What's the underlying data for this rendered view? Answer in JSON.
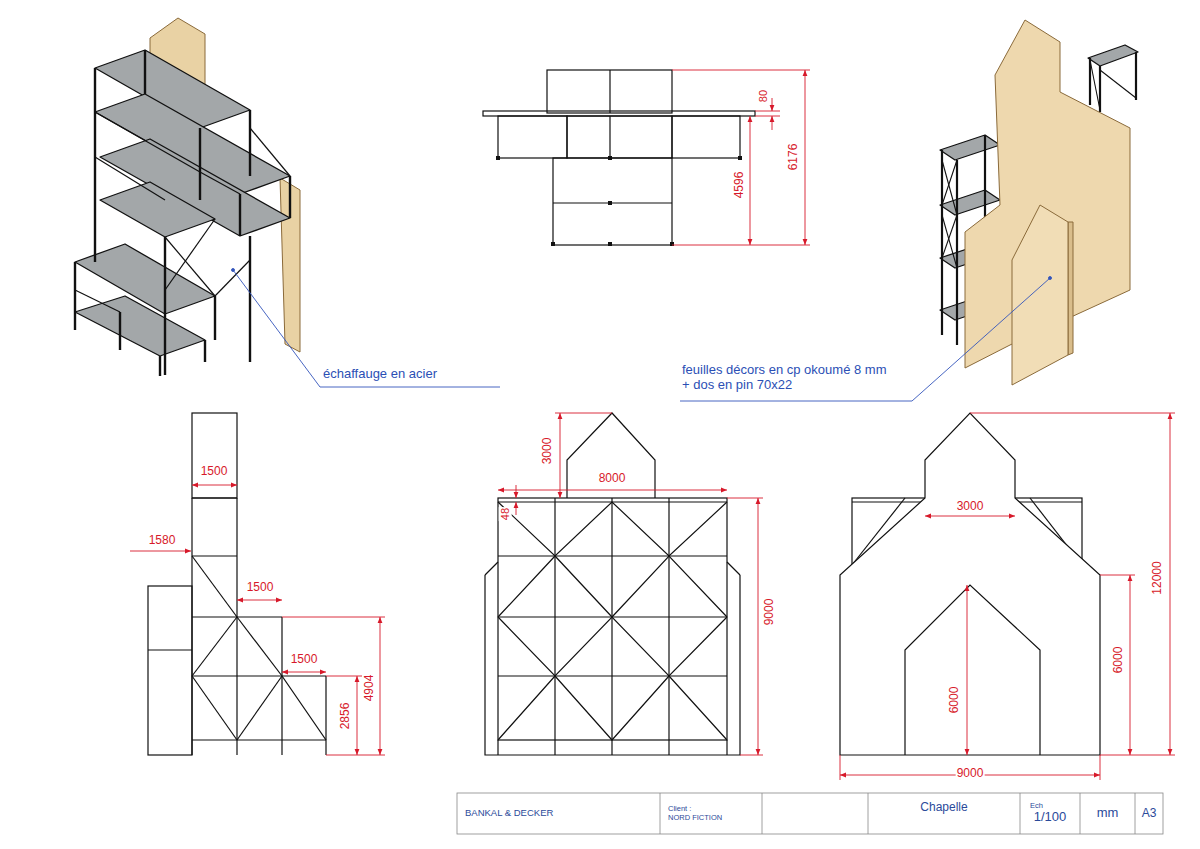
{
  "diagram": {
    "nodes": [
      {
        "text": [
          "BANKAL & DECKER"
        ]
      },
      {
        "text": [
          "Client :",
          "NORD FICTION"
        ]
      },
      {
        "text": [
          "Chapelle"
        ]
      },
      {
        "text": [
          "Ech",
          "1/100"
        ]
      },
      {
        "text": [
          "mm"
        ]
      },
      {
        "text": [
          "A3"
        ]
      }
    ],
    "labels": [
      "échaffauge en acier",
      "feuilles décors en cp okoumé 8 mm + dos en pin 70x22",
      "80",
      "6176",
      "4596",
      "1500",
      "1580",
      "1500",
      "1500",
      "2856",
      "4904",
      "3000",
      "8000",
      "48",
      "9000",
      "3000",
      "6000",
      "6000",
      "12000",
      "9000"
    ]
  }
}
